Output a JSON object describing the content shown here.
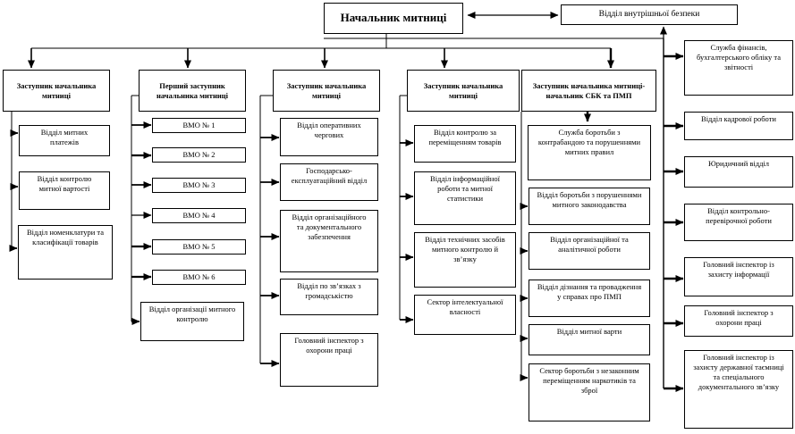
{
  "diagram": {
    "top_label": "Начальник митниці",
    "security_label": "Відділ внутрішньої безпеки",
    "line_color": "#000000",
    "box_background": "#ffffff",
    "columns": [
      {
        "header": "Заступник начальника митниці",
        "children": [
          "Відділ митних платежів",
          "Відділ контролю митної вартості",
          "Відділ номенклатури та класифікації товарів"
        ]
      },
      {
        "header": "Перший заступник начальника митниці",
        "children": [
          "ВМО № 1",
          "ВМО № 2",
          "ВМО № 3",
          "ВМО № 4",
          "ВМО № 5",
          "ВМО № 6",
          "Відділ організації митного контролю"
        ]
      },
      {
        "header": "Заступник начальника митниці",
        "children": [
          "Відділ оперативних чергових",
          "Господарсько-експлуатаційний відділ",
          "Відділ організаційного та документального забезпечення",
          "Відділ по зв’язках з громадськістю",
          "Головний інспектор з охорони праці"
        ]
      },
      {
        "header": "Заступник начальника митниці",
        "children": [
          "Відділ контролю за переміщенням товарів",
          "Відділ інформаційної роботи та митної статистики",
          "Відділ технічних засобів митного контролю й зв’язку",
          "Сектор інтелектуальної власності"
        ]
      },
      {
        "header": "Заступник начальника митниці-начальник СБК та ПМП",
        "children": [
          "Служба боротьби з контрабандою та порушеннями митних правил",
          "Відділ боротьби з порушеннями митного законодавства",
          "Відділ організаційної та аналітичної роботи",
          "Відділ дізнання та провадження у справах про ПМП",
          "Відділ митної варти",
          "Сектор боротьби з незаконним переміщенням наркотиків та зброї"
        ]
      }
    ],
    "right_column": [
      "Служба фінансів, бухгалтерського обліку та звітності",
      "Відділ кадрової роботи",
      "Юридичний відділ",
      "Відділ контрольно-перевірочної роботи",
      "Головний інспектор із захисту інформації",
      "Головний інспектор з охорони праці",
      "Головний інспектор із захисту державної таємниці та спеціального документального зв’язку"
    ]
  }
}
